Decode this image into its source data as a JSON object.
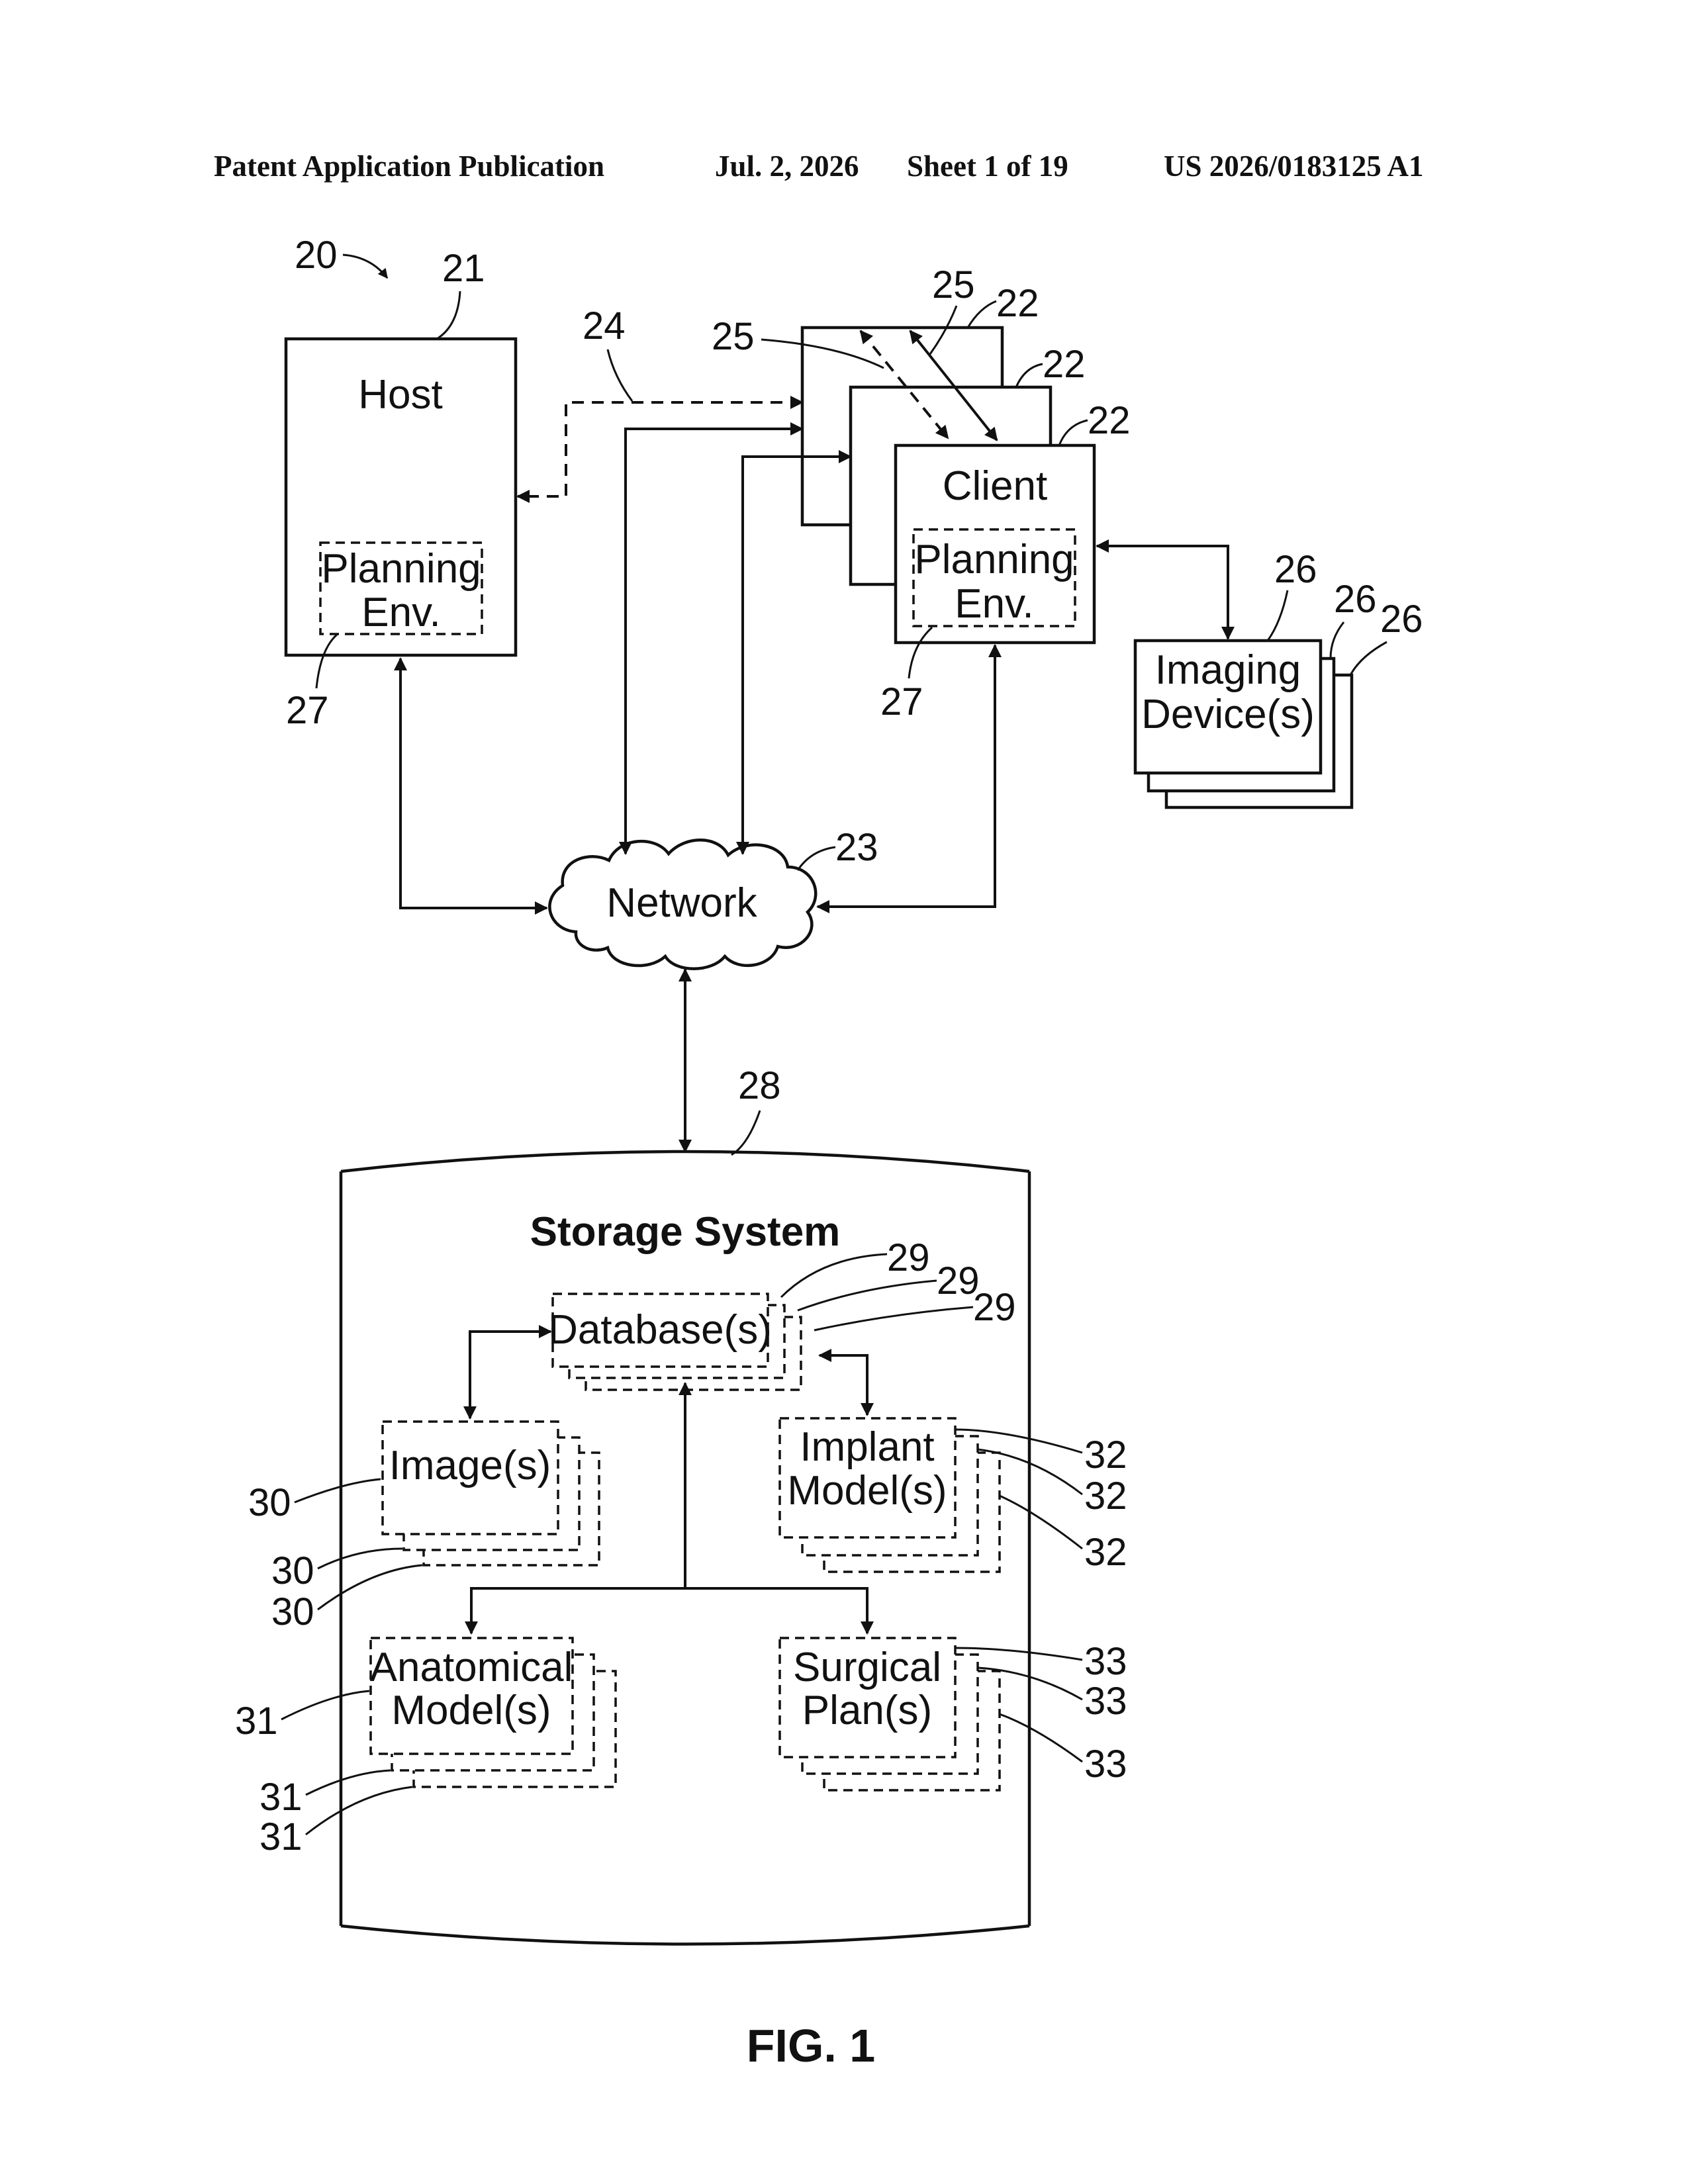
{
  "header": {
    "publication": "Patent Application Publication",
    "date": "Jul. 2, 2026",
    "sheet": "Sheet 1 of 19",
    "number": "US 2026/0183125 A1"
  },
  "figure": {
    "caption": "FIG. 1",
    "host": {
      "title": "Host",
      "env_line1": "Planning",
      "env_line2": "Env."
    },
    "client": {
      "title": "Client",
      "env_line1": "Planning",
      "env_line2": "Env."
    },
    "imaging": {
      "line1": "Imaging",
      "line2": "Device(s)"
    },
    "network": {
      "label": "Network"
    },
    "storage": {
      "title": "Storage System",
      "database": "Database(s)",
      "images": "Image(s)",
      "implant_line1": "Implant",
      "implant_line2": "Model(s)",
      "anatomical_line1": "Anatomical",
      "anatomical_line2": "Model(s)",
      "surgical_line1": "Surgical",
      "surgical_line2": "Plan(s)"
    },
    "refs": {
      "system": "20",
      "host": "21",
      "client": [
        "25",
        "22",
        "25",
        "22",
        "22"
      ],
      "link_24": "24",
      "network": "23",
      "imaging": [
        "26",
        "26",
        "26"
      ],
      "env": [
        "27",
        "27"
      ],
      "storage": "28",
      "database": [
        "29",
        "29",
        "29"
      ],
      "images": [
        "30",
        "30",
        "30"
      ],
      "anatomical": [
        "31",
        "31",
        "31"
      ],
      "implant": [
        "32",
        "32",
        "32"
      ],
      "surgical": [
        "33",
        "33",
        "33"
      ]
    }
  }
}
